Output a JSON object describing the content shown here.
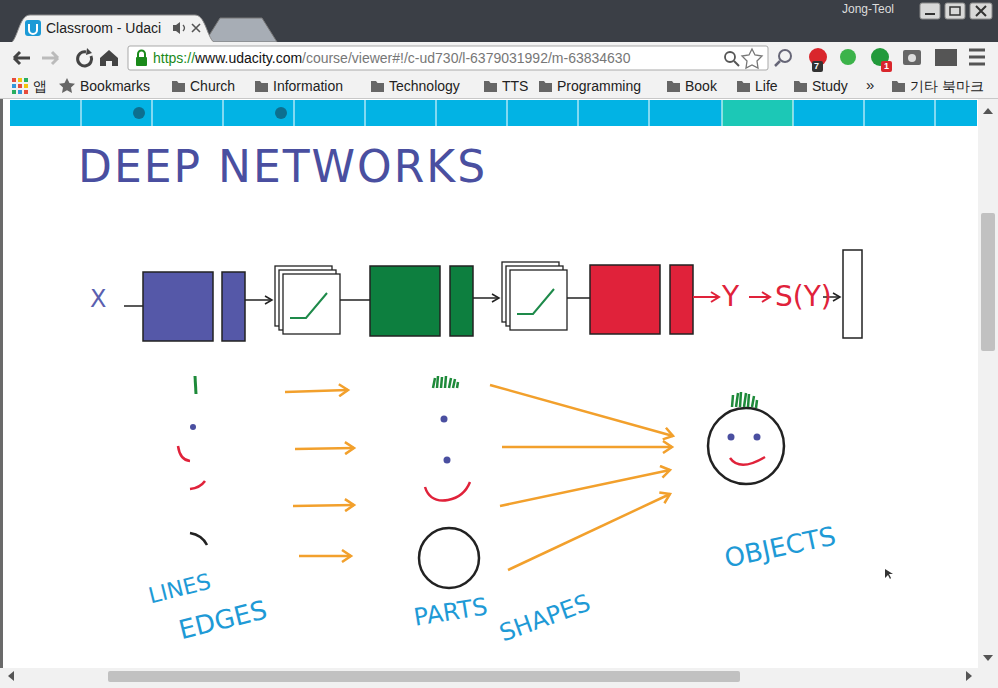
{
  "diagram": {
    "title": "DEEP NETWORKS",
    "labels": [
      "Classroom - Udaci",
      "Jong-Teol",
      "https://",
      "www.udacity.com",
      "/course/viewer#!/c-ud730/l-6379031992/m-63834630",
      "7",
      "1",
      "앱",
      "Bookmarks",
      "Church",
      "Information",
      "Technology",
      "TTS",
      "Programming",
      "Book",
      "Life",
      "Study",
      "»",
      "기타 북마크",
      "X",
      "Y",
      "S(Y)",
      "LINES",
      "EDGES",
      "PARTS",
      "SHAPES",
      "OBJECTS"
    ]
  }
}
